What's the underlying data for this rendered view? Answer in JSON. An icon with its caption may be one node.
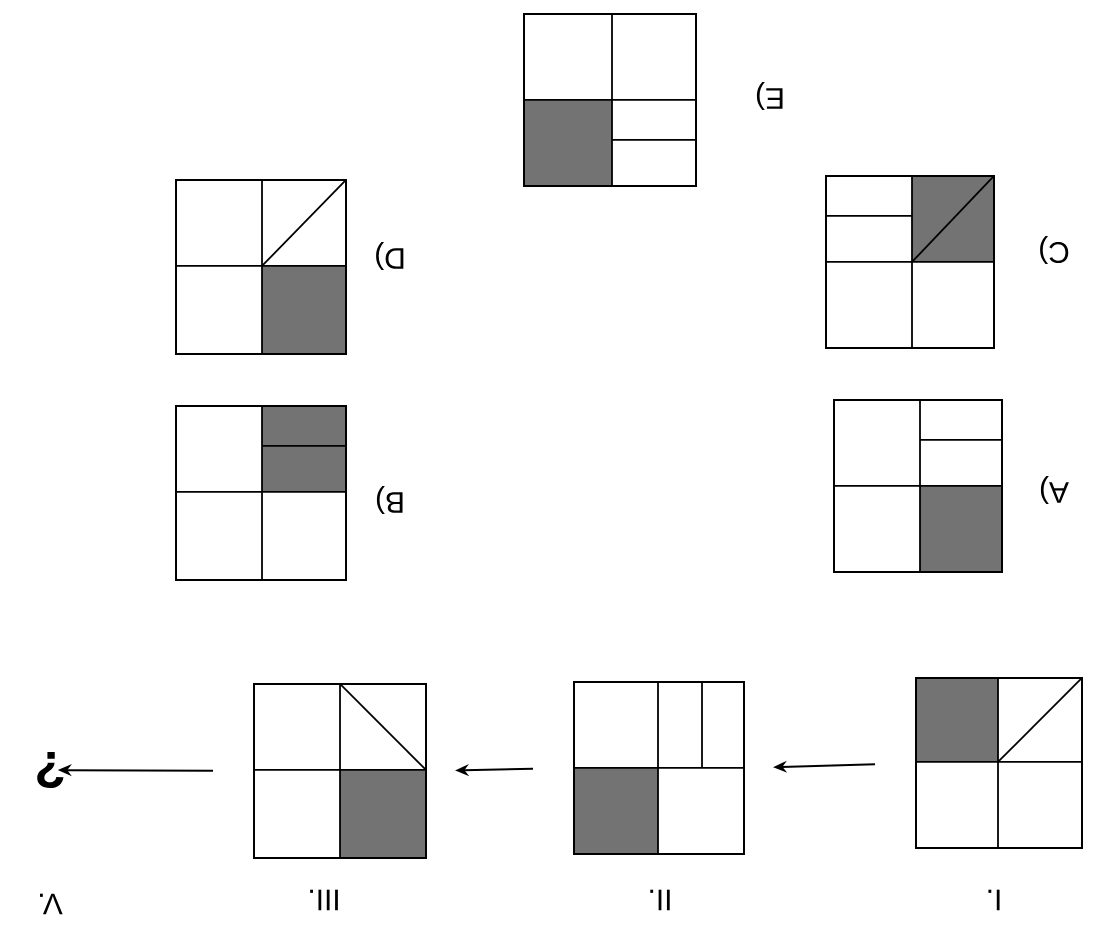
{
  "diagram": {
    "nodes": [
      {
        "text": [],
        "shape": "box",
        "beside": [
          "I."
        ]
      },
      {
        "text": [],
        "shape": "box",
        "beside": [
          "II."
        ]
      },
      {
        "text": [],
        "shape": "box",
        "beside": [
          "III."
        ]
      },
      {
        "text": [
          "?"
        ],
        "beside": [
          "V."
        ]
      },
      {
        "text": [],
        "shape": "box",
        "beside": [
          "A)"
        ]
      },
      {
        "text": [],
        "shape": "box",
        "beside": [
          "B)"
        ]
      },
      {
        "text": [],
        "shape": "box",
        "beside": [
          "C)"
        ]
      },
      {
        "text": [],
        "shape": "box",
        "beside": [
          "D)"
        ]
      },
      {
        "text": [],
        "shape": "box",
        "beside": [
          "E)"
        ]
      }
    ],
    "edges": [
      {
        "from": 0,
        "to": 1,
        "arrow": "to"
      },
      {
        "from": 1,
        "to": 2,
        "arrow": "to"
      },
      {
        "from": 2,
        "to": 3,
        "arrow": "to"
      }
    ]
  }
}
